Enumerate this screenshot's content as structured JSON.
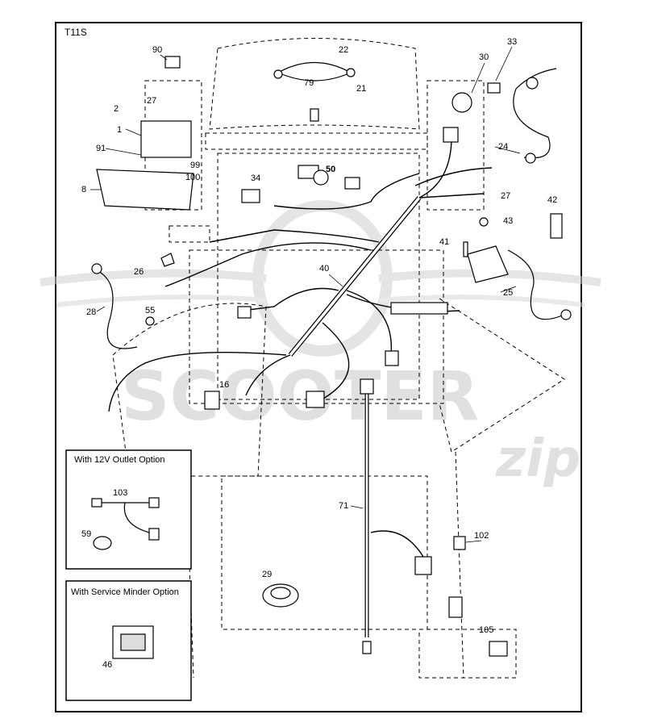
{
  "diagram_code": "T11S",
  "watermark": {
    "brand": "SCOOTER",
    "suffix": "zip"
  },
  "insets": {
    "outlet_option": "With 12V Outlet Option",
    "service_minder_option": "With Service Minder Option"
  },
  "callouts": {
    "c90": "90",
    "c22": "22",
    "c79": "79",
    "c21": "21",
    "c30": "30",
    "c33": "33",
    "c27a": "27",
    "c2": "2",
    "c1": "1",
    "c91": "91",
    "c99": "99",
    "c100": "100",
    "c8": "8",
    "c34": "34",
    "c50": "50",
    "c24": "24",
    "c27b": "27",
    "c42": "42",
    "c43": "43",
    "c41": "41",
    "c26": "26",
    "c40": "40",
    "c25": "25",
    "c28": "28",
    "c55": "55",
    "c16": "16",
    "c103": "103",
    "c59": "59",
    "c71": "71",
    "c102": "102",
    "c29": "29",
    "c46": "46",
    "c105": "105"
  }
}
